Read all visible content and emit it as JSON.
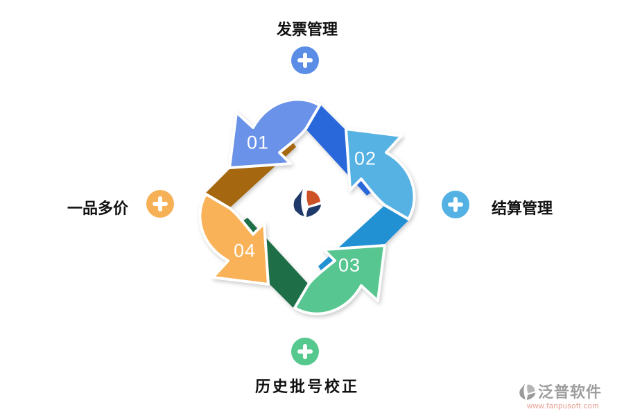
{
  "diagram": {
    "type": "cycle-arrows",
    "steps": [
      {
        "number": "01",
        "front_color": "#6A92E8",
        "back_color": "#2968DA"
      },
      {
        "number": "02",
        "front_color": "#57B2E4",
        "back_color": "#2191D3"
      },
      {
        "number": "03",
        "front_color": "#58C690",
        "back_color": "#1E6F48"
      },
      {
        "number": "04",
        "front_color": "#F9B257",
        "back_color": "#A5670F"
      }
    ],
    "nodes": [
      {
        "text": "发票管理",
        "position": "top",
        "plus_color": "#5B8CE6"
      },
      {
        "text": "结算管理",
        "position": "right",
        "plus_color": "#54B1E3"
      },
      {
        "text": "历史批号校正",
        "position": "bottom",
        "plus_color": "#55C88E"
      },
      {
        "text": "一品多价",
        "position": "left",
        "plus_color": "#F6B156"
      }
    ],
    "logo_colors": {
      "navy": "#1F3A68",
      "orange": "#CC5226"
    }
  },
  "watermark": {
    "brand": "泛普软件",
    "url": "www.fanpusoft.com",
    "brand_color": "#9E9E9E",
    "url_color": "#E59A8C",
    "glyph_gray_dark": "#9B9B9B",
    "glyph_gray_light": "#B5B5B5"
  }
}
